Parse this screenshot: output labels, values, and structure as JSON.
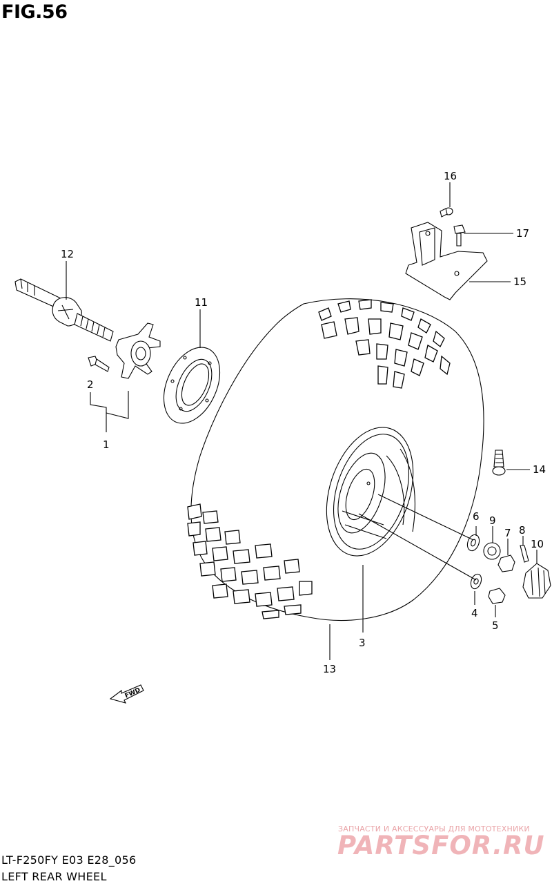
{
  "figure": {
    "title": "FIG.56"
  },
  "footer": {
    "model_code": "LT-F250FY E03 E28_056",
    "section_name": "LEFT REAR WHEEL"
  },
  "arrow": {
    "label": "FWD"
  },
  "callouts": [
    {
      "id": "1",
      "label": "1"
    },
    {
      "id": "2",
      "label": "2"
    },
    {
      "id": "3",
      "label": "3"
    },
    {
      "id": "4",
      "label": "4"
    },
    {
      "id": "5",
      "label": "5"
    },
    {
      "id": "6",
      "label": "6"
    },
    {
      "id": "7",
      "label": "7"
    },
    {
      "id": "8",
      "label": "8"
    },
    {
      "id": "9",
      "label": "9"
    },
    {
      "id": "10",
      "label": "10"
    },
    {
      "id": "11",
      "label": "11"
    },
    {
      "id": "12",
      "label": "12"
    },
    {
      "id": "13",
      "label": "13"
    },
    {
      "id": "14",
      "label": "14"
    },
    {
      "id": "15",
      "label": "15"
    },
    {
      "id": "16",
      "label": "16"
    },
    {
      "id": "17",
      "label": "17"
    }
  ],
  "watermark": {
    "tagline": "ЗАПЧАСТИ И АКСЕССУАРЫ ДЛЯ МОТОТЕХНИКИ",
    "logo_text": "PARTSFOR.RU",
    "color": "#f0b4b8"
  }
}
